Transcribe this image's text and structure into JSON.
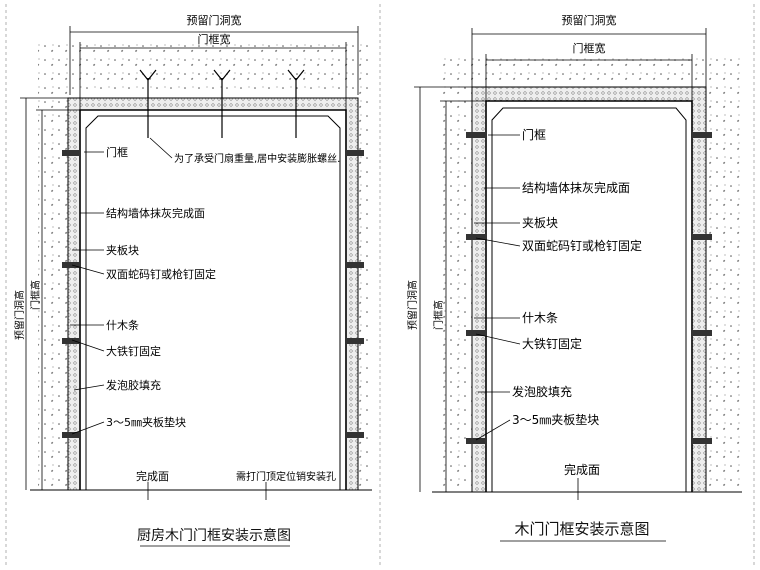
{
  "left_panel": {
    "dim_opening_width": "预留门洞宽",
    "dim_frame_width": "门框宽",
    "dim_opening_height": "预留门洞高",
    "dim_frame_height": "门框高",
    "callouts": {
      "frame": "门框",
      "support_note": "为了承受门扇重量,居中安装膨胀螺丝.",
      "plaster_face": "结构墙体抹灰完成面",
      "shim_block": "夹板块",
      "nail_fix": "双面蛇码钉或枪钉固定",
      "wood_strip": "什木条",
      "iron_nail": "大铁钉固定",
      "foam_fill": "发泡胶填充",
      "spacer": "3～5㎜夹板垫块",
      "finish_floor": "完成面",
      "door_stop_hole": "需打门顶定位销安装孔"
    },
    "caption": "厨房木门门框安装示意图"
  },
  "right_panel": {
    "dim_opening_width": "预留门洞宽",
    "dim_frame_width": "门框宽",
    "dim_opening_height": "预留门洞高",
    "dim_frame_height": "门框高",
    "callouts": {
      "frame": "门框",
      "plaster_face": "结构墙体抹灰完成面",
      "shim_block": "夹板块",
      "nail_fix": "双面蛇码钉或枪钉固定",
      "wood_strip": "什木条",
      "iron_nail": "大铁钉固定",
      "foam_fill": "发泡胶填充",
      "spacer": "3～5㎜夹板垫块",
      "finish_floor": "完成面"
    },
    "caption": "木门门框安装示意图"
  },
  "colors": {
    "line": "#000000",
    "fill_hatch": "#cfcfcf",
    "dash": "#9a9a9a"
  }
}
